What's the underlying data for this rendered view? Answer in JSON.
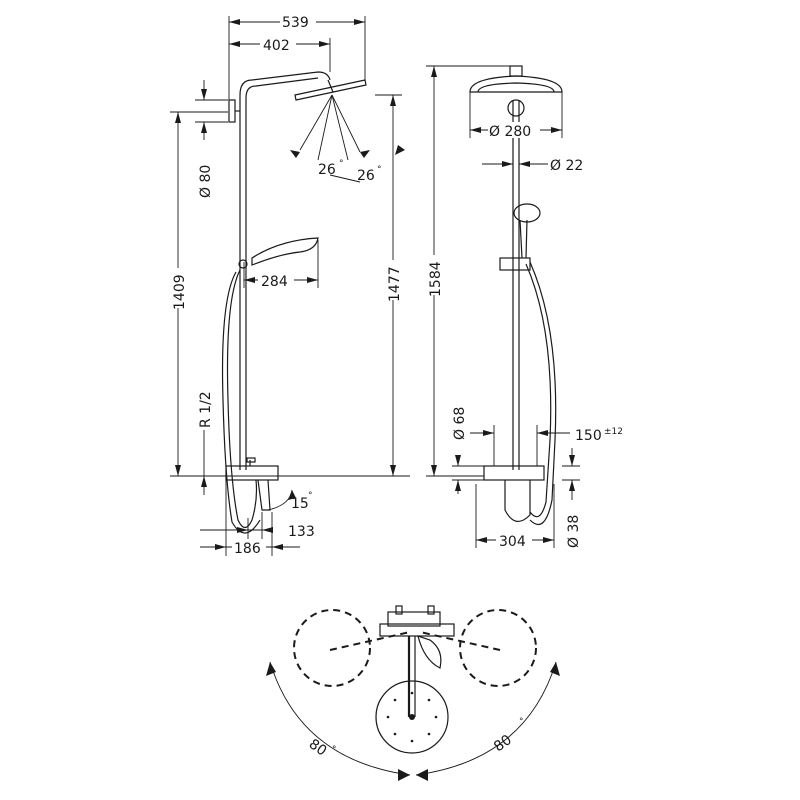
{
  "side_view": {
    "dim_539": "539",
    "dim_402": "402",
    "dim_d80": "Ø 80",
    "dim_1409": "1409",
    "dim_r12": "R 1/2",
    "dim_1477": "1477",
    "dim_284": "284",
    "angle_26a": "26",
    "angle_26b": "26",
    "angle_15": "15",
    "deg": "°",
    "dim_133": "133",
    "dim_186": "186"
  },
  "front_view": {
    "dim_d280": "Ø 280",
    "dim_d22": "Ø 22",
    "dim_1584": "1584",
    "dim_d68": "Ø 68",
    "dim_150": "150",
    "dim_150_tol": "±12",
    "dim_304": "304",
    "dim_d38": "Ø 38"
  },
  "top_view": {
    "angle_left": "80",
    "angle_right": "80",
    "deg": "°"
  }
}
